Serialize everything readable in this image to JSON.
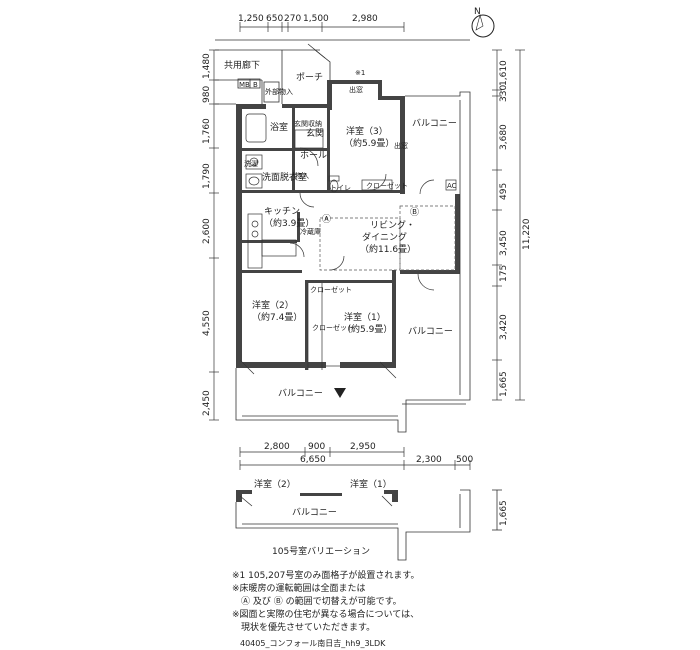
{
  "rooms": {
    "common_corridor": "共用廊下",
    "porch": "ポーチ",
    "note_mark": "※1",
    "window_out": "出窓",
    "balcony_top": "バルコニー",
    "bath": "浴室",
    "entrance": "玄関",
    "entrance_storage": "玄関収納",
    "hall": "ホール",
    "bed3_name": "洋室（3）",
    "bed3_size": "（約5.9畳）",
    "window_out2": "出窓",
    "washer": "洗濯",
    "wash_room": "洗面脱衣室",
    "storage": "物入",
    "toilet": "トイレ",
    "closet_small": "クローゼット",
    "ac": "AC",
    "kitchen_name": "キッチン",
    "kitchen_size": "（約3.9畳）",
    "marker_a": "Ⓐ",
    "marker_b": "Ⓑ",
    "living_name": "リビング・",
    "living_name2": "ダイニング",
    "living_size": "（約11.6畳）",
    "fridge": "冷蔵庫",
    "bed2_name": "洋室（2）",
    "bed2_size": "（約7.4畳）",
    "closet1": "クローゼット",
    "closet2": "クローゼット",
    "bed1_name": "洋室（1）",
    "bed1_size": "（約5.9畳）",
    "balcony_right": "バルコニー",
    "balcony_bottom": "バルコニー",
    "meter_box": "MB",
    "meter_b": "B",
    "ext_storage": "外部物入"
  },
  "dims_top": [
    "1,250",
    "650",
    "270",
    "1,500",
    "2,980"
  ],
  "dims_left": [
    "1,480",
    "980",
    "1,760",
    "1,790",
    "2,600",
    "4,550",
    "2,450"
  ],
  "dims_right": [
    "1,610",
    "330",
    "3,680",
    "495",
    "3,450",
    "175",
    "3,420",
    "1,665"
  ],
  "dim_right_total": "11,220",
  "dims_bottom_row1": [
    "2,800",
    "900",
    "2,950"
  ],
  "dims_bottom_row2": [
    "6,650",
    "2,300",
    "500"
  ],
  "variation": {
    "bed2": "洋室（2）",
    "bed1": "洋室（1）",
    "balcony": "バルコニー",
    "dim": "1,665",
    "caption": "105号室バリエーション"
  },
  "notes": [
    "※1  105,207号室のみ面格子が設置されます。",
    "※床暖房の運転範囲は全面または",
    "　Ⓐ 及び Ⓑ の範囲で切替えが可能です。",
    "※図面と実際の住宅が異なる場合については、",
    "　現状を優先させていただきます。"
  ],
  "footer_code": "40405_コンフォール南日吉_hh9_3LDK",
  "compass": "N"
}
